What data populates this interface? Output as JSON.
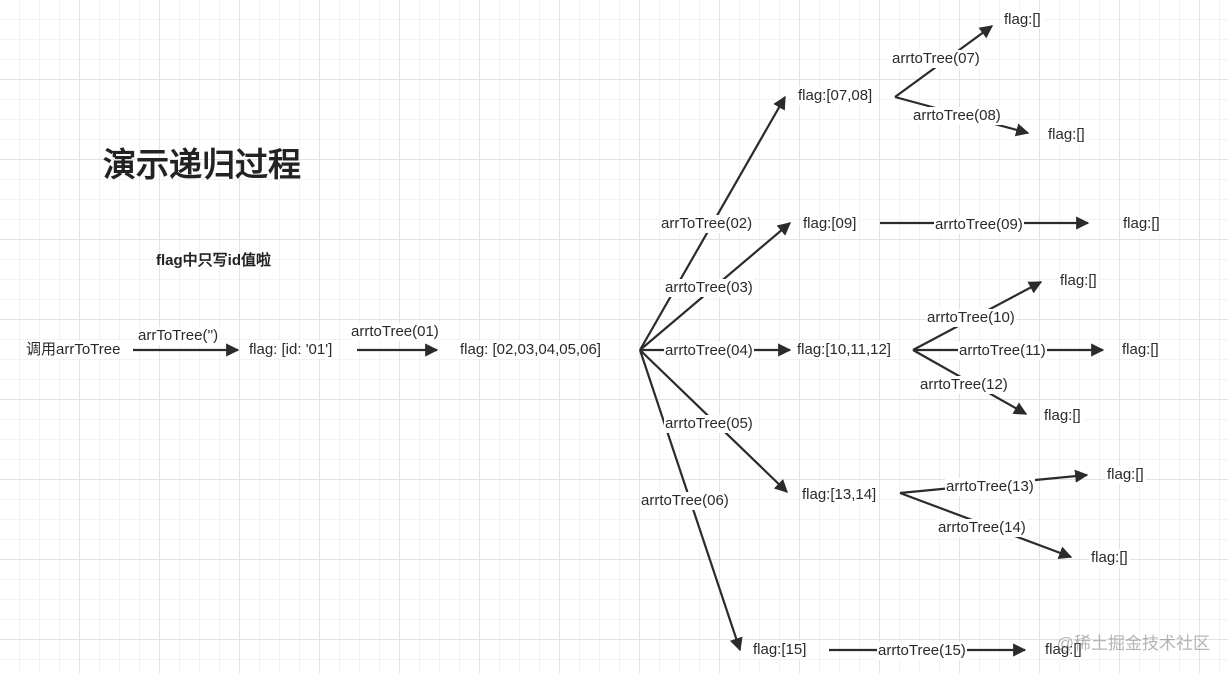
{
  "title": "演示递归过程",
  "subtitle": "flag中只写id值啦",
  "watermark": "@稀土掘金技术社区",
  "nodes": {
    "call": "调用arrToTree",
    "root": "flag: [id: '01']",
    "level1": "flag: [02,03,04,05,06]",
    "n02": "flag:[07,08]",
    "n03": "flag:[09]",
    "n04": "flag:[10,11,12]",
    "n05": "flag:[13,14]",
    "n06": "flag:[15]",
    "n07": "flag:[]",
    "n08": "flag:[]",
    "n09": "flag:[]",
    "n10": "flag:[]",
    "n11": "flag:[]",
    "n12": "flag:[]",
    "n13": "flag:[]",
    "n14": "flag:[]",
    "n15": "flag:[]"
  },
  "edges": {
    "e_call": "arrToTree('')",
    "e01": "arrtoTree(01)",
    "e02": "arrToTree(02)",
    "e03": "arrtoTree(03)",
    "e04": "arrtoTree(04)",
    "e05": "arrtoTree(05)",
    "e06": "arrtoTree(06)",
    "e07": "arrtoTree(07)",
    "e08": "arrtoTree(08)",
    "e09": "arrtoTree(09)",
    "e10": "arrtoTree(10)",
    "e11": "arrtoTree(11)",
    "e12": "arrtoTree(12)",
    "e13": "arrtoTree(13)",
    "e14": "arrtoTree(14)",
    "e15": "arrtoTree(15)"
  },
  "colors": {
    "line": "#2b2b2b",
    "text": "#2a2a2a",
    "grid": "#e2e2e2"
  }
}
